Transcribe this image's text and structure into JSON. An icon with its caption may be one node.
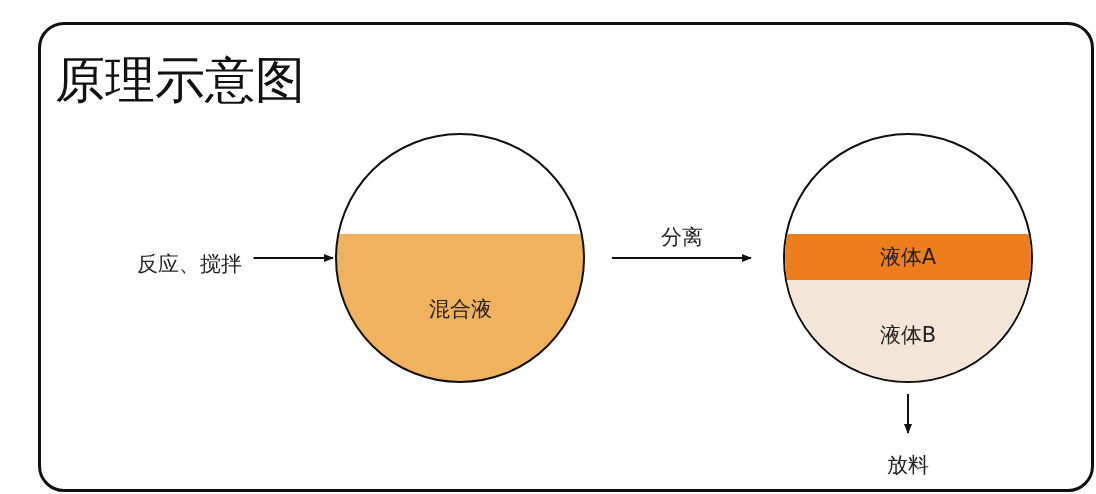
{
  "diagram": {
    "title": "原理示意图",
    "nodes": [
      {
        "text": [
          "反应、搅拌"
        ]
      },
      {
        "text": [
          "混合液"
        ]
      },
      {
        "text": [],
        "shape": "circle"
      },
      {
        "text": [
          "液体A"
        ],
        "in": 2
      },
      {
        "text": [
          "液体B"
        ],
        "in": 2
      },
      {
        "text": [
          "放料"
        ]
      }
    ],
    "edges": [
      {
        "from": 0,
        "to": 1,
        "arrow": "to"
      },
      {
        "from": 1,
        "to": 2,
        "arrow": "to",
        "label": "分离"
      },
      {
        "from": 2,
        "to": 5,
        "arrow": "to"
      }
    ]
  }
}
